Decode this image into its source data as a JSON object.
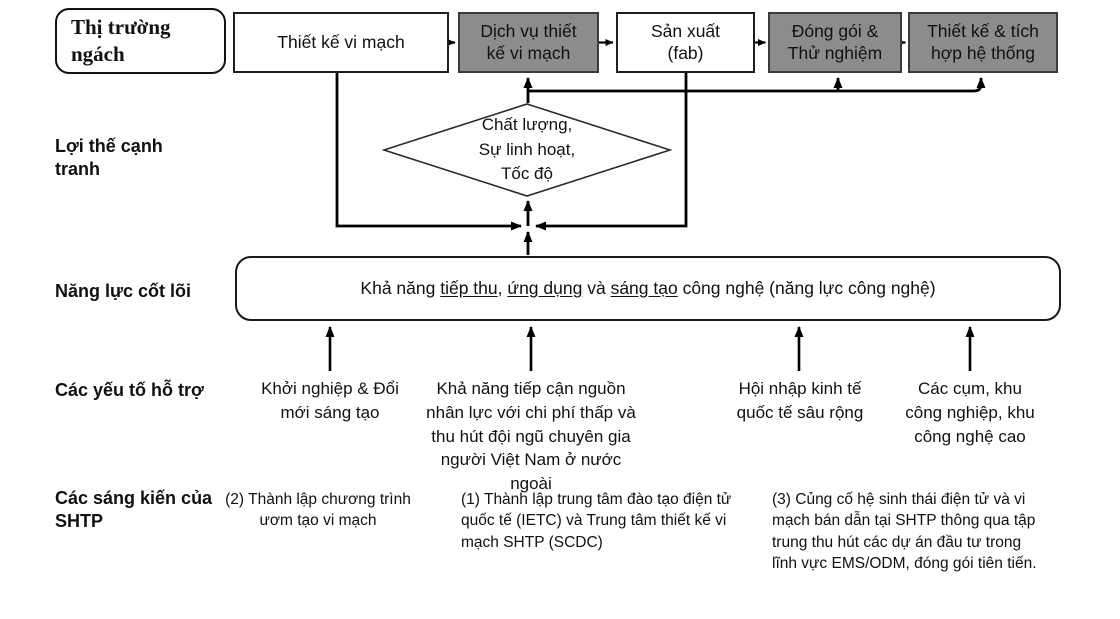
{
  "diagram": {
    "row_labels": {
      "niche_market": "Thị trường\nngách",
      "competitive_advantage": "Lợi thế cạnh\ntranh",
      "core_competency": "Năng lực cốt lõi",
      "support_factors": "Các yếu tố hỗ trợ",
      "shtp_initiatives": "Các sáng kiến của\nSHTP"
    },
    "value_chain": {
      "ic_design": "Thiết kế vi mạch",
      "ic_design_services": "Dịch vụ thiết\nkế vi mạch",
      "fabrication": "Sản xuất\n(fab)",
      "packaging_testing": "Đóng gói &\nThử nghiệm",
      "system_design_integration": "Thiết kế & tích\nhợp hệ thống"
    },
    "advantage_diamond": "Chất lượng,\nSự linh hoạt,\nTốc độ",
    "core_competency": {
      "pre": "Khả năng ",
      "u1": "tiếp thu",
      "m1": ", ",
      "u2": "ứng dụng",
      "m2": " và ",
      "u3": "sáng tạo",
      "post": " công nghệ (năng lực công nghệ)"
    },
    "support_factors": {
      "startup_innovation": "Khởi nghiệp & Đổi\nmới sáng tạo",
      "human_resources": "Khả năng tiếp cận nguồn\nnhân lực với chi phí thấp và\nthu hút đội ngũ chuyên gia\nngười Việt Nam ở nước ngoài",
      "economic_integration": "Hội nhập kinh tế\nquốc tế sâu rộng",
      "industrial_clusters": "Các cụm, khu\ncông nghiệp, khu\ncông nghệ cao"
    },
    "shtp_initiatives": {
      "initiative_2": "(2) Thành lập chương trình\nươm tạo vi mạch",
      "initiative_1": "(1) Thành lập trung tâm đào tạo điện tử\nquốc tế (IETC) và Trung tâm thiết kế vi\nmạch SHTP (SCDC)",
      "initiative_3": "(3) Củng cố hệ sinh thái điện tử và vi\nmạch bán dẫn tại SHTP thông qua tập\ntrung thu hút các dự án đầu tư trong\nlĩnh vực EMS/ODM, đóng gói tiên tiến."
    },
    "colors": {
      "box_gray": "#8c8c8c",
      "box_white": "#ffffff",
      "line": "#000000"
    }
  }
}
